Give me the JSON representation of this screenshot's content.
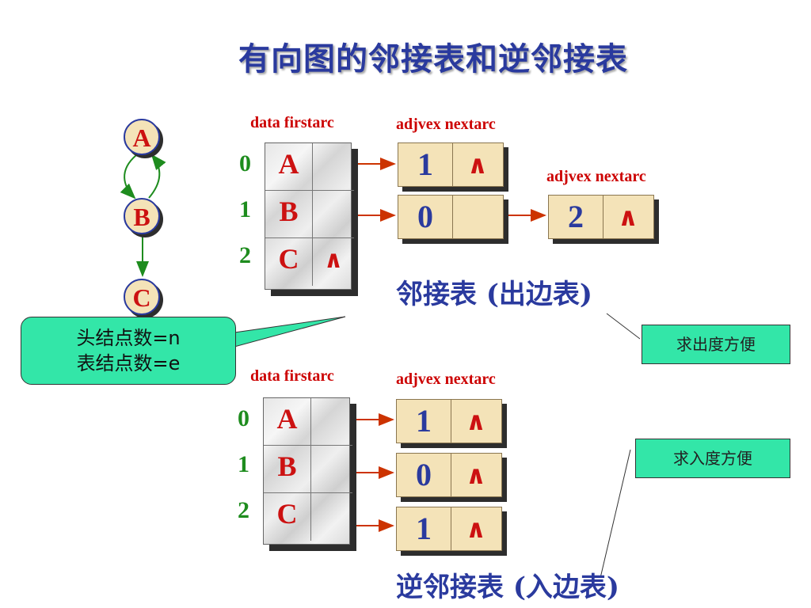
{
  "title": "有向图的邻接表和逆邻接表",
  "graph": {
    "nodes": [
      "A",
      "B",
      "C"
    ]
  },
  "callout": {
    "line1": "头结点数=n",
    "line2": "表结点数=e"
  },
  "out_table": {
    "header_label": "data firstarc",
    "node_header_1": "adjvex nextarc",
    "node_header_2": "adjvex nextarc",
    "indices": [
      "0",
      "1",
      "2"
    ],
    "rows": [
      {
        "data": "A",
        "firstarc": ""
      },
      {
        "data": "B",
        "firstarc": ""
      },
      {
        "data": "C",
        "firstarc": "∧"
      }
    ],
    "nodes": [
      {
        "adjvex": "1",
        "nextarc": "∧"
      },
      {
        "adjvex": "0",
        "nextarc": ""
      },
      {
        "adjvex": "2",
        "nextarc": "∧"
      }
    ],
    "caption": "邻接表 (出边表)",
    "note": "求出度方便"
  },
  "in_table": {
    "header_label": "data firstarc",
    "node_header": "adjvex nextarc",
    "indices": [
      "0",
      "1",
      "2"
    ],
    "rows": [
      {
        "data": "A",
        "firstarc": ""
      },
      {
        "data": "B",
        "firstarc": ""
      },
      {
        "data": "C",
        "firstarc": ""
      }
    ],
    "nodes": [
      {
        "adjvex": "1",
        "nextarc": "∧"
      },
      {
        "adjvex": "0",
        "nextarc": "∧"
      },
      {
        "adjvex": "1",
        "nextarc": "∧"
      }
    ],
    "caption": "逆邻接表 (入边表)",
    "note": "求入度方便"
  },
  "colors": {
    "title": "#2a3a9e",
    "header_text": "#cc0000",
    "index": "#1e8c1e",
    "arrow": "#cc3300",
    "node_fill": "#f4e3b8",
    "note_fill": "#33e6a8"
  }
}
